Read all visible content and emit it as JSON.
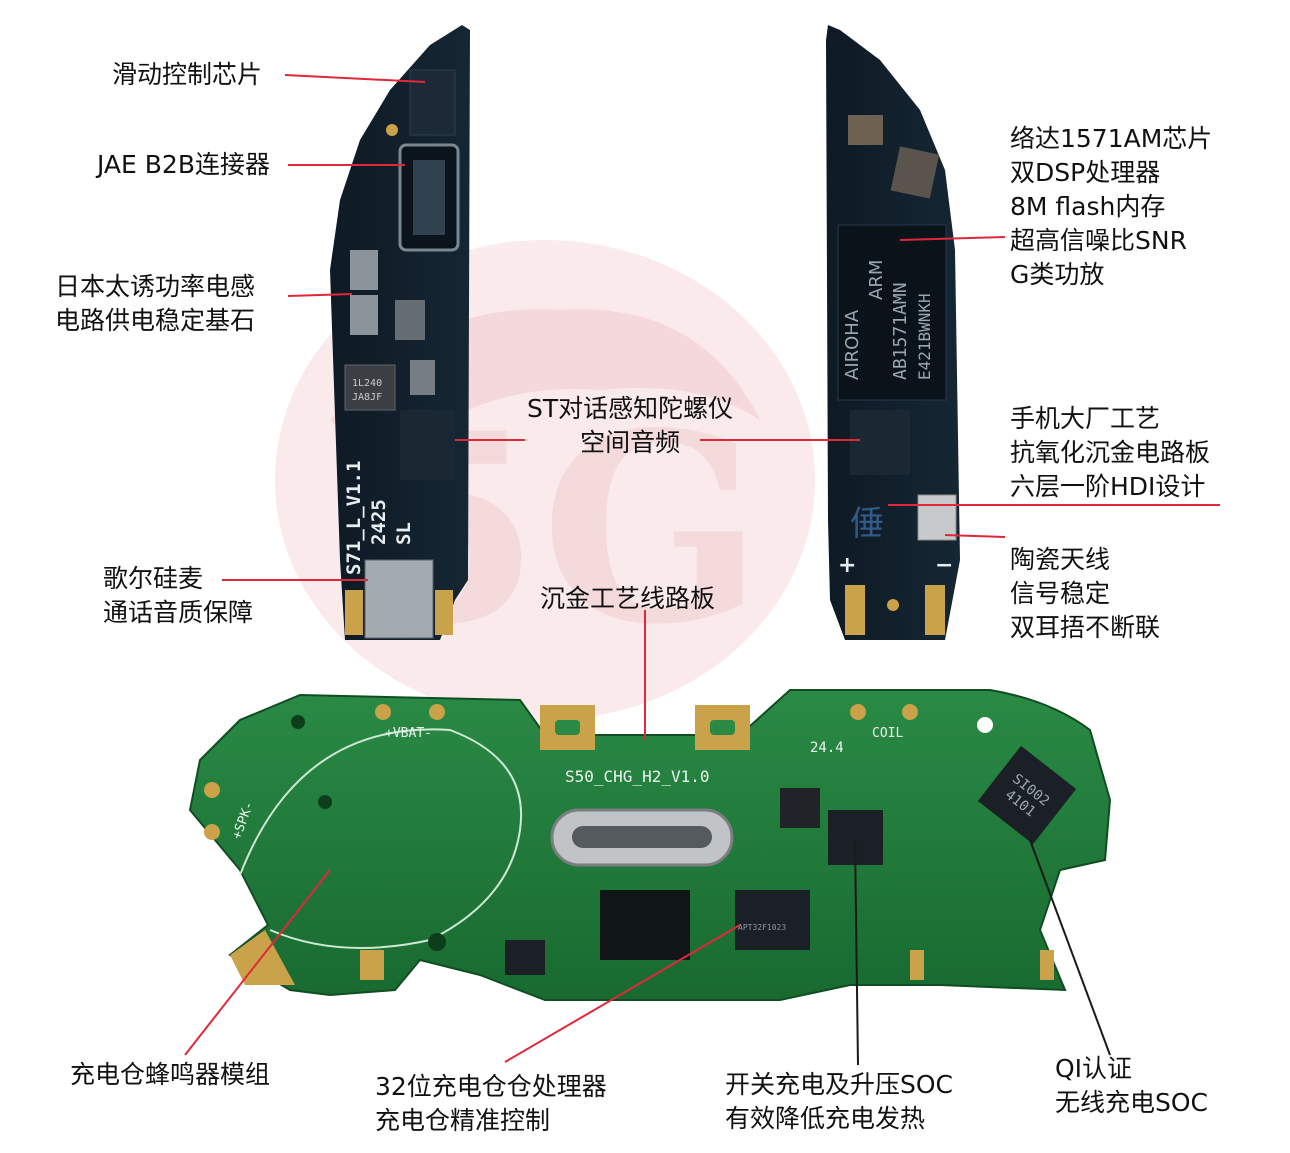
{
  "colors": {
    "leader_line": "#e0283a",
    "black_leader": "#1a1a1a",
    "pcb_dark": "#101c26",
    "pcb_green": "#1f7a3a",
    "gold": "#c9a24a",
    "watermark": "#f2c9cc"
  },
  "left_board": {
    "silk_id": "S71_L_V1.1",
    "silk_date": "2425",
    "silk_sl": "SL",
    "inductor_text_1": "1L240",
    "inductor_text_2": "JA8JF"
  },
  "right_board": {
    "chip_text_1": "AIROHA",
    "chip_text_2": "ARM",
    "chip_text_3": "AB1571AMN",
    "chip_text_4": "E421BWNKH"
  },
  "bottom_board": {
    "silk_title": "S50_CHG_H2_V1.0",
    "silk_vbat": "+VBAT-",
    "silk_spk": "+SPK-",
    "silk_coil": "COIL",
    "silk_date": "24.4",
    "qi_chip_text_1": "SI002",
    "qi_chip_text_2": "4101",
    "mcu_text": "APT32F1023"
  },
  "labels": {
    "slide_chip": "滑动控制芯片",
    "jae_b2b": "JAE B2B连接器",
    "inductor_1": "日本太诱功率电感",
    "inductor_2": "电路供电稳定基石",
    "gyro_1": "ST对话感知陀螺仪",
    "gyro_2": "空间音频",
    "mic_1": "歌尔硅麦",
    "mic_2": "通话音质保障",
    "airoha_1": "络达1571AM芯片",
    "airoha_2": "双DSP处理器",
    "airoha_3": "8M flash内存",
    "airoha_4": "超高信噪比SNR",
    "airoha_5": "G类功放",
    "pcb_1": "手机大厂工艺",
    "pcb_2": "抗氧化沉金电路板",
    "pcb_3": "六层一阶HDI设计",
    "antenna_1": "陶瓷天线",
    "antenna_2": "信号稳定",
    "antenna_3": "双耳捂不断联",
    "gold_board": "沉金工艺线路板",
    "buzzer": "充电仓蜂鸣器模组",
    "mcu_1": "32位充电仓仓处理器",
    "mcu_2": "充电仓精准控制",
    "charge_soc_1": "开关充电及升压SOC",
    "charge_soc_2": "有效降低充电发热",
    "qi_1": "QI认证",
    "qi_2": "无线充电SOC"
  }
}
